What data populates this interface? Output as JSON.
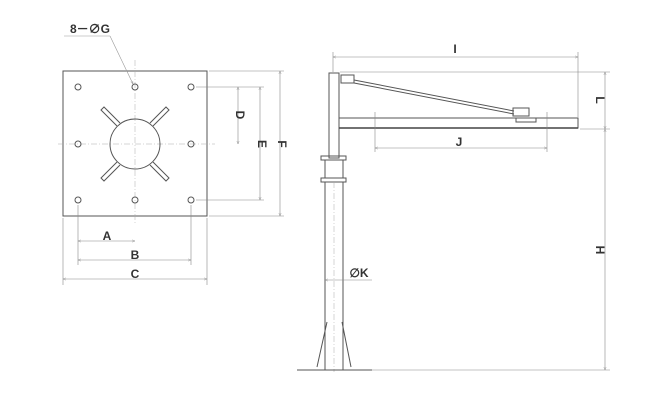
{
  "labels": {
    "holes": "8－∅G",
    "A": "A",
    "B": "B",
    "C": "C",
    "D": "D",
    "E": "E",
    "F": "F",
    "H": "H",
    "I": "I",
    "J": "J",
    "K": "∅K",
    "L": "L"
  },
  "colors": {
    "line": "#555555",
    "dimension": "#888888",
    "text": "#333333"
  }
}
